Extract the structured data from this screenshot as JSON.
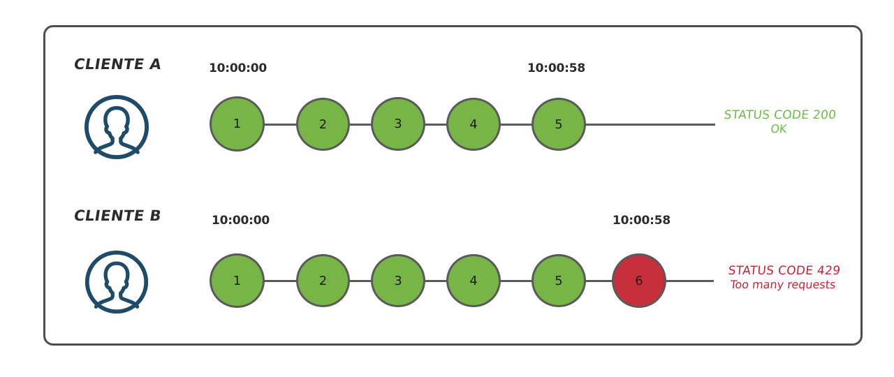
{
  "diagram": {
    "title_colors": {
      "node_ok": "#76b546",
      "node_error": "#c72f3b",
      "node_stroke": "#5a5a5a",
      "avatar": "#1f4b6b",
      "status_ok_text": "#6cbe45",
      "status_error_text": "#cc2233",
      "frame_border": "#4d4d4d",
      "background": "#ffffff"
    },
    "rows": [
      {
        "client_label": "CLIENTE A",
        "avatar_icon": "user-avatar-icon",
        "time_start": "10:00:00",
        "time_end": "10:00:58",
        "nodes": [
          {
            "label": "1",
            "state": "ok"
          },
          {
            "label": "2",
            "state": "ok"
          },
          {
            "label": "3",
            "state": "ok"
          },
          {
            "label": "4",
            "state": "ok"
          },
          {
            "label": "5",
            "state": "ok"
          }
        ],
        "status": {
          "line1": "STATUS CODE 200",
          "line2": "OK",
          "state": "ok"
        }
      },
      {
        "client_label": "CLIENTE B",
        "avatar_icon": "user-avatar-icon",
        "time_start": "10:00:00",
        "time_end": "10:00:58",
        "nodes": [
          {
            "label": "1",
            "state": "ok"
          },
          {
            "label": "2",
            "state": "ok"
          },
          {
            "label": "3",
            "state": "ok"
          },
          {
            "label": "4",
            "state": "ok"
          },
          {
            "label": "5",
            "state": "ok"
          },
          {
            "label": "6",
            "state": "err"
          }
        ],
        "status": {
          "line1": "STATUS CODE 429",
          "line2": "Too many requests",
          "state": "err"
        }
      }
    ]
  }
}
